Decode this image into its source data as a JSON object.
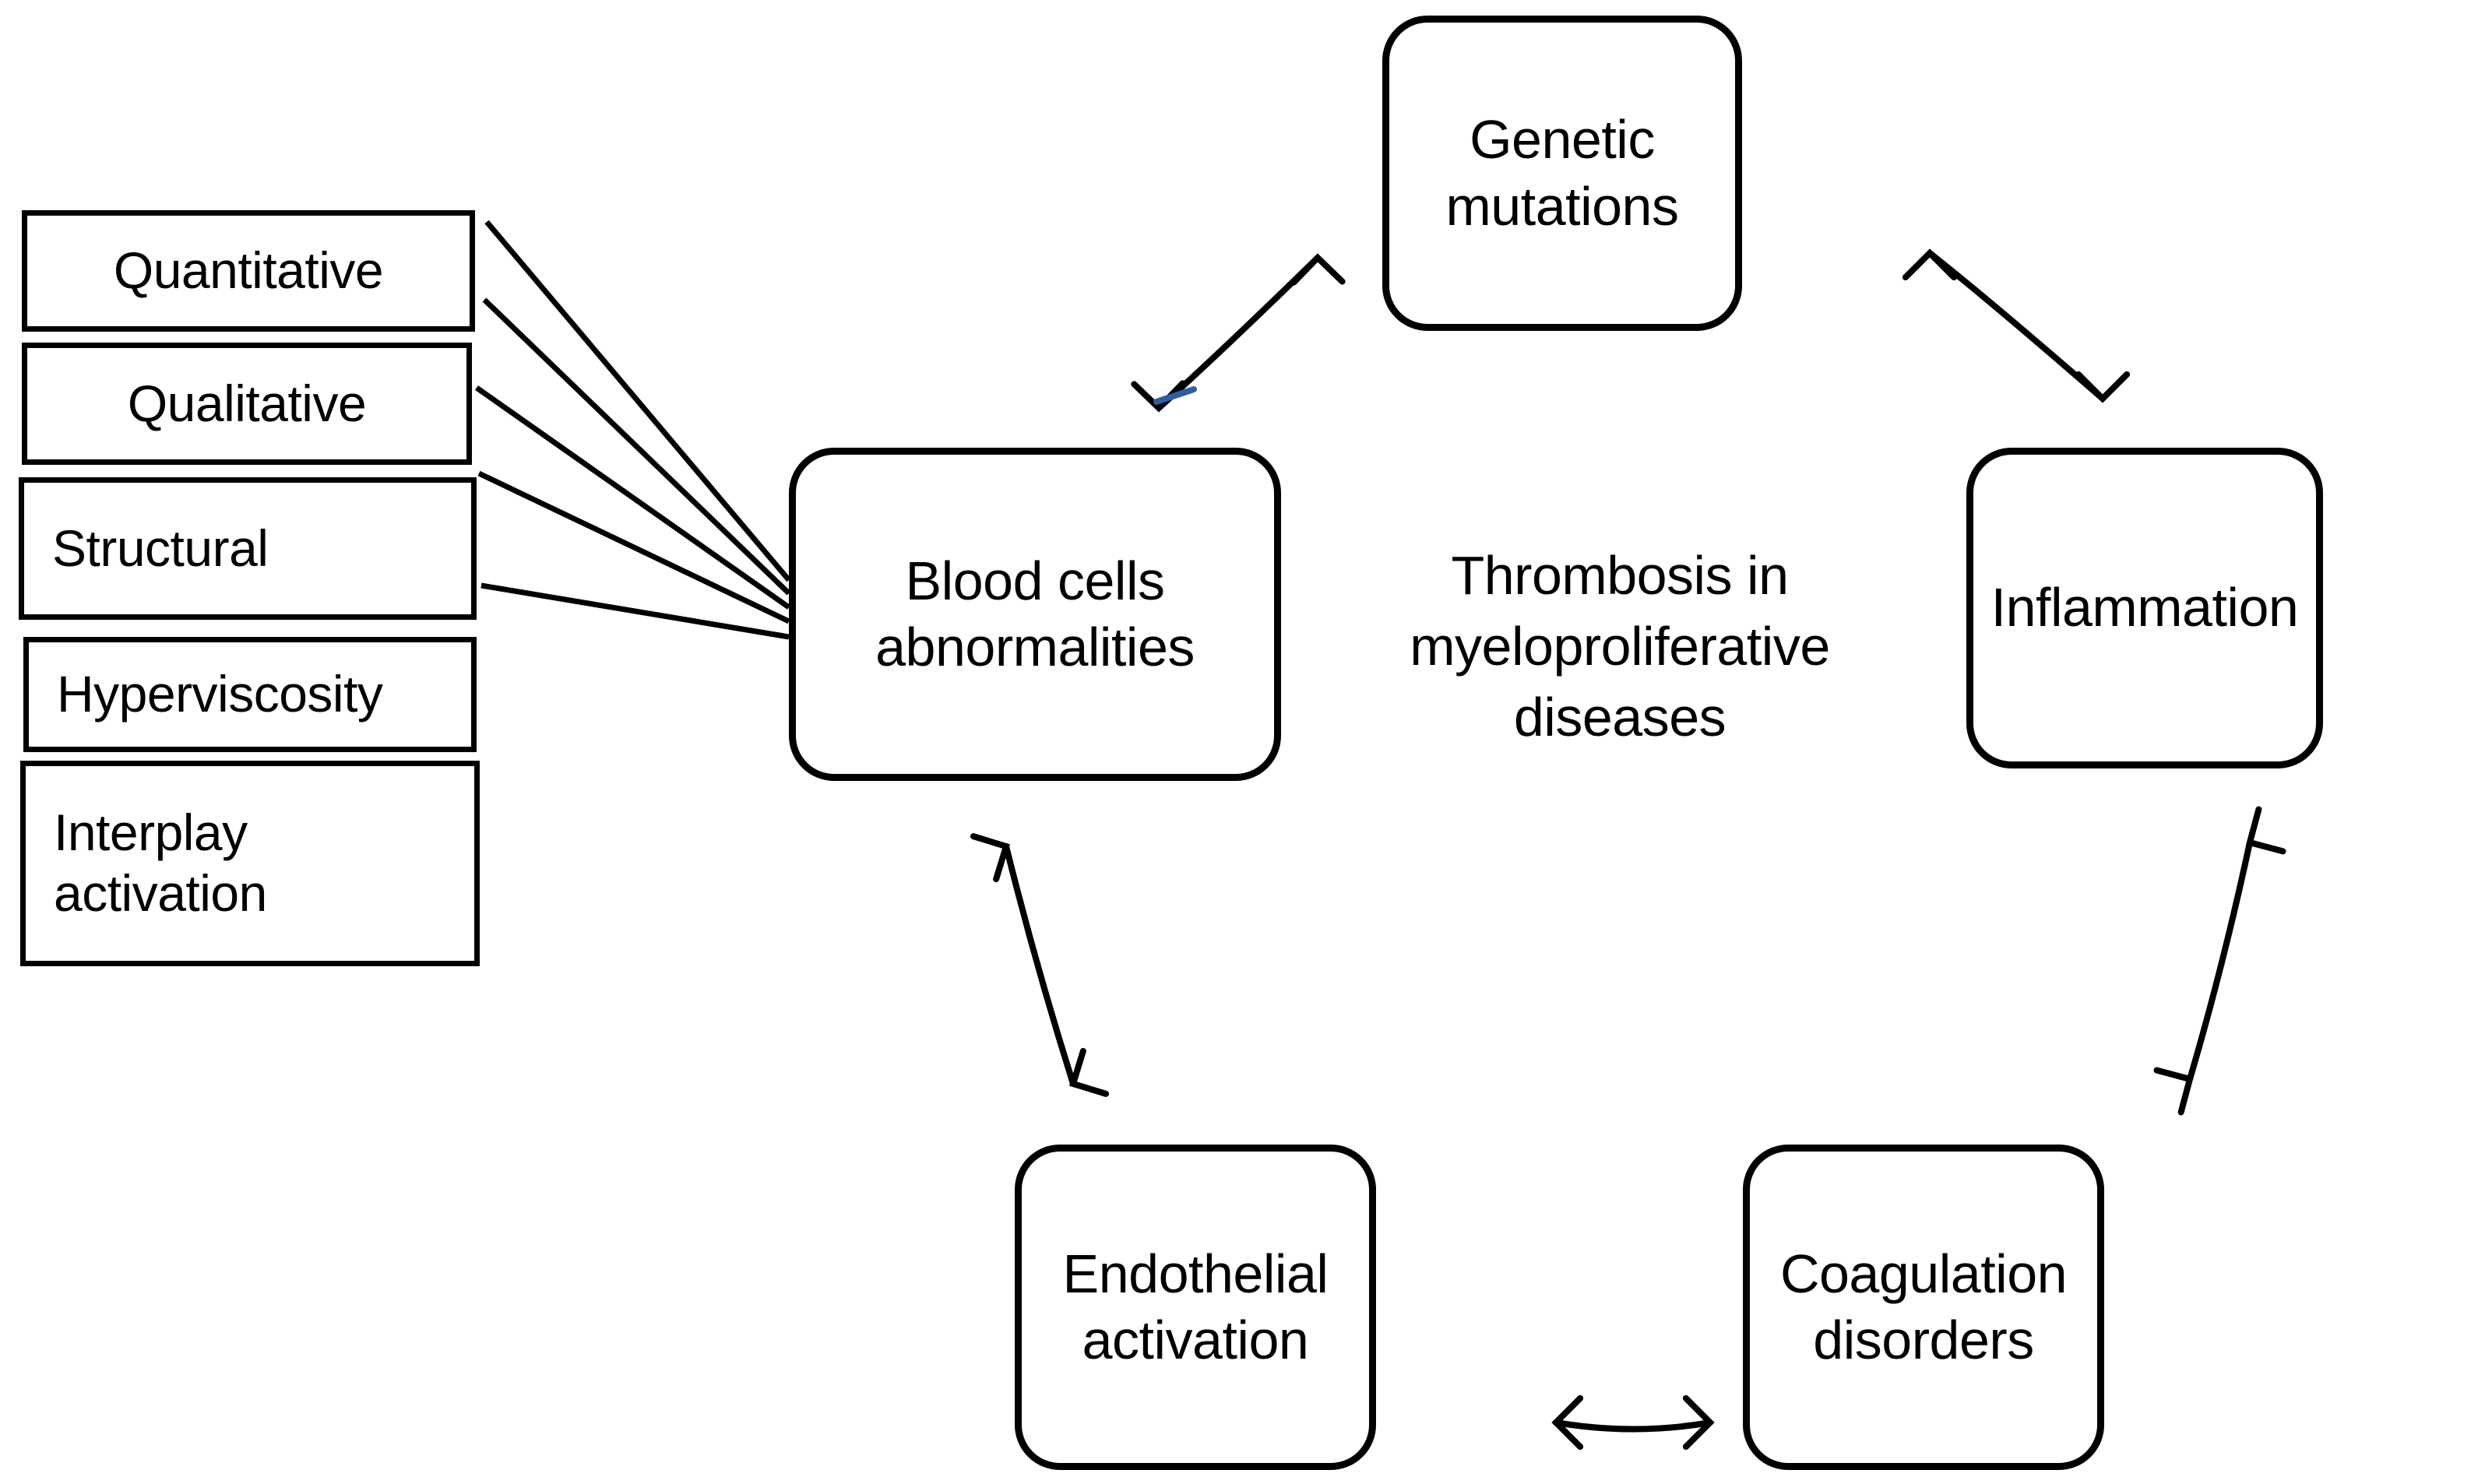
{
  "diagram": {
    "title": "Thrombosis in myeloproliferative diseases",
    "center_caption": "Thrombosis in\nmyeloproliferative\ndiseases",
    "stroke_color": "#000000",
    "background_color": "#ffffff",
    "accent_color": "#2e5fa3"
  },
  "factor_list": {
    "items": [
      {
        "label": "Quantitative"
      },
      {
        "label": "Qualitative"
      },
      {
        "label": "Structural"
      },
      {
        "label": "Hyperviscosity"
      },
      {
        "label": "Interplay\nactivation"
      }
    ]
  },
  "nodes": {
    "blood_cells": {
      "label": "Blood cells\nabnormalities"
    },
    "genetic_mutations": {
      "label": "Genetic\nmutations"
    },
    "inflammation": {
      "label": "Inflammation"
    },
    "endothelial_activation": {
      "label": "Endothelial\nactivation"
    },
    "coagulation_disorders": {
      "label": "Coagulation\ndisorders"
    }
  },
  "connections": [
    {
      "name": "quantitative-to-blood-cells",
      "type": "line"
    },
    {
      "name": "qualitative-to-blood-cells",
      "type": "line"
    },
    {
      "name": "structural-to-blood-cells",
      "type": "line"
    },
    {
      "name": "hyperviscosity-to-blood-cells",
      "type": "line"
    },
    {
      "name": "interplay-activation-to-blood-cells",
      "type": "line"
    },
    {
      "name": "blood-cells-to-genetic-mutations",
      "type": "double-arrow"
    },
    {
      "name": "genetic-mutations-to-inflammation",
      "type": "double-arrow"
    },
    {
      "name": "inflammation-to-coagulation-disorders",
      "type": "double-arrow"
    },
    {
      "name": "coagulation-disorders-to-endothelial-activation",
      "type": "double-arrow"
    },
    {
      "name": "endothelial-activation-to-blood-cells",
      "type": "double-arrow"
    }
  ]
}
